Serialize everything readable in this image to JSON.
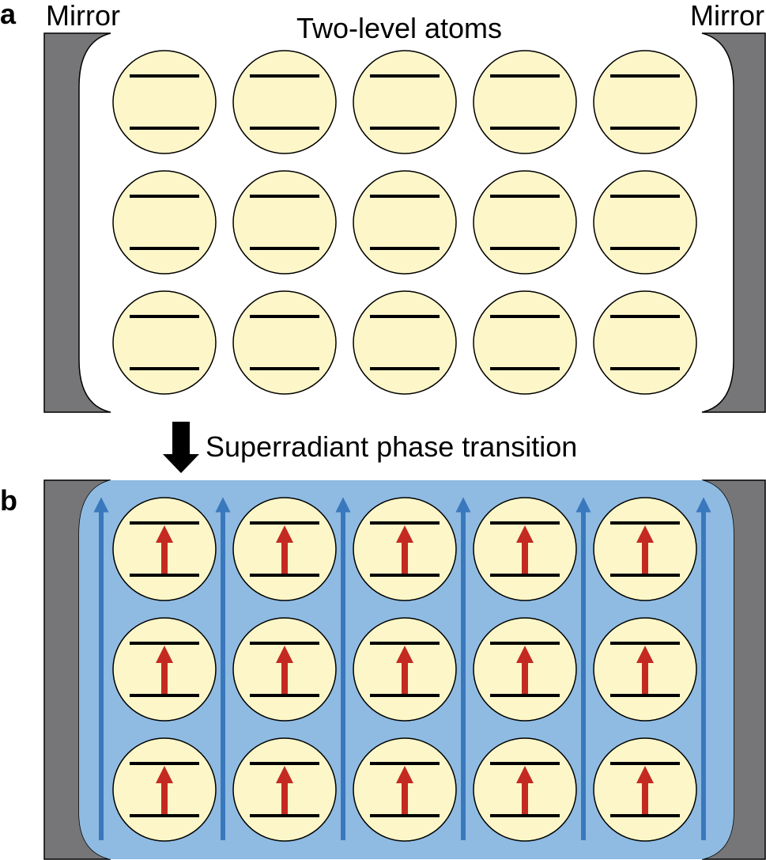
{
  "panels": {
    "a": {
      "label": "a",
      "mirror_left_label": "Mirror",
      "mirror_right_label": "Mirror",
      "atoms_label": "Two-level atoms",
      "grid": {
        "rows": 3,
        "cols": 5
      },
      "excited": false
    },
    "b": {
      "label": "b",
      "grid": {
        "rows": 3,
        "cols": 5
      },
      "excited": true,
      "field_arrows": 6
    }
  },
  "transition": {
    "label": "Superradiant phase transition"
  },
  "colors": {
    "mirror": "#767678",
    "atom_fill": "#fcf6c8",
    "level_line": "#000000",
    "excitation_arrow": "#c42a22",
    "cavity_field": "#8fbbe2",
    "field_arrow": "#3a78be"
  }
}
